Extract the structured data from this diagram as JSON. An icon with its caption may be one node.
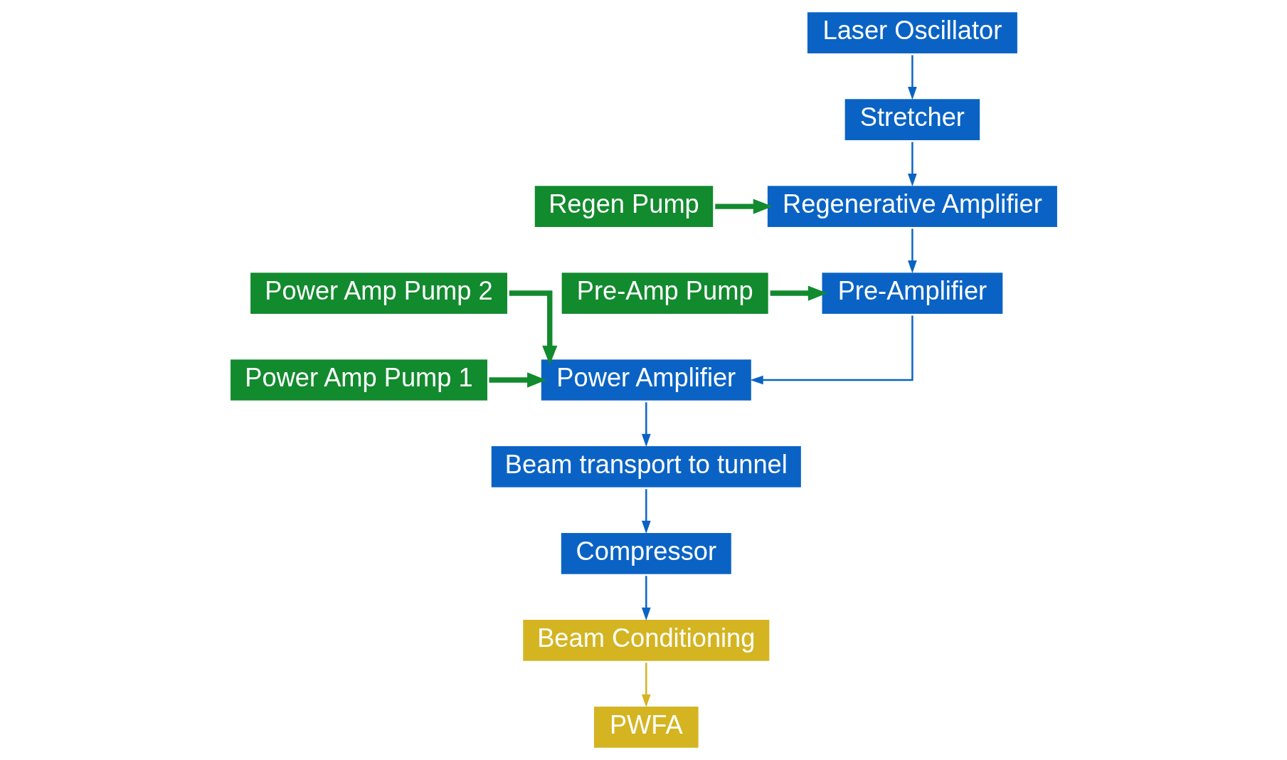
{
  "diagram": {
    "nodes": [
      {
        "text": [
          "Laser Oscillator"
        ]
      },
      {
        "text": [
          "Stretcher"
        ]
      },
      {
        "text": [
          "Regen Pump"
        ]
      },
      {
        "text": [
          "Regenerative Amplifier"
        ]
      },
      {
        "text": [
          "Pre-Amp Pump"
        ]
      },
      {
        "text": [
          "Pre-Amplifier"
        ]
      },
      {
        "text": [
          "Power Amp Pump 1"
        ]
      },
      {
        "text": [
          "Power Amplifier"
        ]
      },
      {
        "text": [
          "Power Amp Pump 2"
        ]
      },
      {
        "text": [
          "Beam transport to tunnel"
        ]
      },
      {
        "text": [
          "Compressor"
        ]
      },
      {
        "text": [
          "Beam Conditioning"
        ]
      },
      {
        "text": [
          "PWFA"
        ]
      }
    ],
    "edges": [
      {
        "from": 0,
        "to": 1,
        "arrow": "to"
      },
      {
        "from": 1,
        "to": 3,
        "arrow": "to"
      },
      {
        "from": 2,
        "to": 3,
        "arrow": "to",
        "style": "thick",
        "color": "#128a2e"
      },
      {
        "from": 3,
        "to": 5,
        "arrow": "to"
      },
      {
        "from": 4,
        "to": 5,
        "arrow": "to",
        "style": "thick",
        "color": "#128a2e"
      },
      {
        "from": 5,
        "to": 7,
        "arrow": "to"
      },
      {
        "from": 6,
        "to": 7,
        "arrow": "to",
        "style": "thick",
        "color": "#128a2e"
      },
      {
        "from": 8,
        "to": 7,
        "arrow": "to",
        "style": "thick",
        "color": "#128a2e"
      },
      {
        "from": 7,
        "to": 9,
        "arrow": "to"
      },
      {
        "from": 9,
        "to": 10,
        "arrow": "to"
      },
      {
        "from": 10,
        "to": 11,
        "arrow": "to"
      },
      {
        "from": 11,
        "to": 12,
        "arrow": "to",
        "color": "#d4b421"
      }
    ]
  }
}
